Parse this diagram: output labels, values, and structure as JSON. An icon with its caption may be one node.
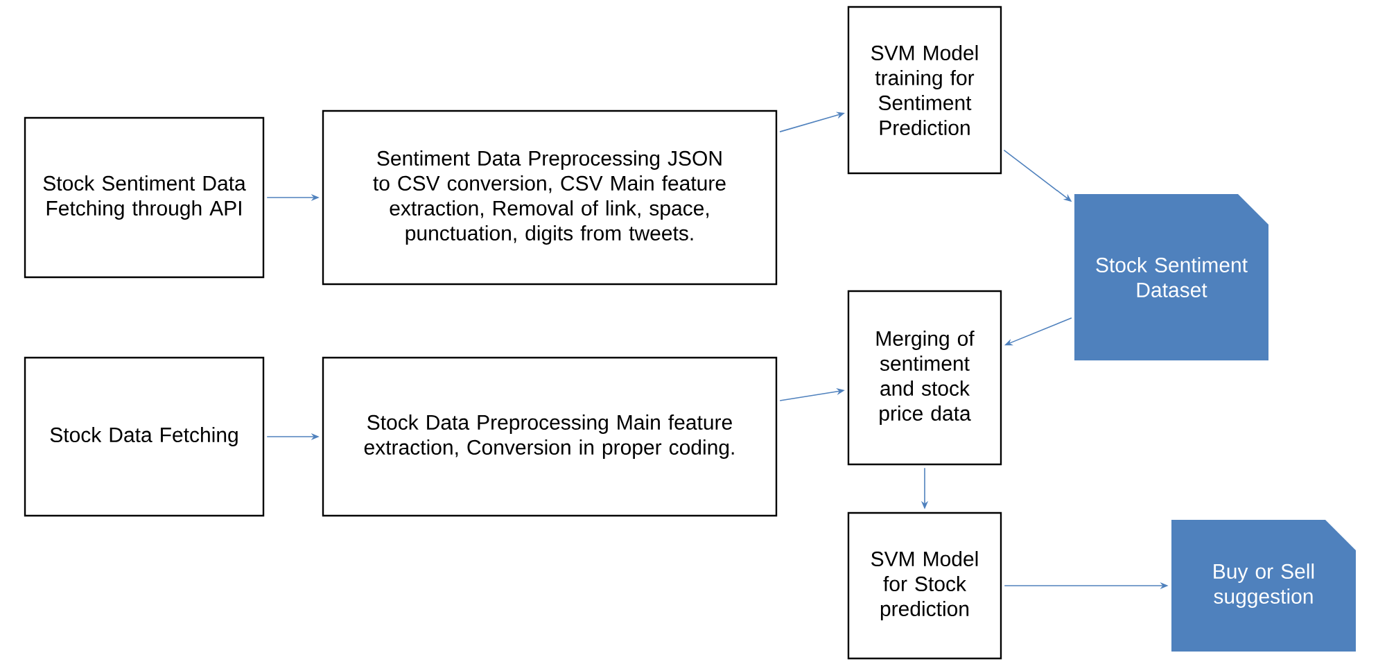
{
  "diagram": {
    "nodes": [
      {
        "text": [
          "Stock Sentiment Data Fetching through API"
        ]
      },
      {
        "text": [
          "Sentiment Data Preprocessing JSON to CSV conversion, CSV Main feature extraction, Removal of link, space, punctuation, digits from tweets."
        ]
      },
      {
        "text": [
          "SVM Model training for Sentiment Prediction"
        ]
      },
      {
        "text": [
          "Stock Sentiment Dataset"
        ]
      },
      {
        "text": [
          "Stock Data Fetching"
        ]
      },
      {
        "text": [
          "Stock Data Preprocessing Main feature extraction, Conversion in proper coding."
        ]
      },
      {
        "text": [
          "Merging of sentiment and stock price data"
        ]
      },
      {
        "text": [
          "SVM Model for Stock prediction"
        ]
      },
      {
        "text": [
          "Buy or Sell suggestion"
        ]
      }
    ],
    "edges": [
      {
        "from": 0,
        "to": 1,
        "arrow": "to"
      },
      {
        "from": 1,
        "to": 2,
        "arrow": "to"
      },
      {
        "from": 2,
        "to": 3,
        "arrow": "to"
      },
      {
        "from": 3,
        "to": 6,
        "arrow": "to"
      },
      {
        "from": 4,
        "to": 5,
        "arrow": "to"
      },
      {
        "from": 5,
        "to": 6,
        "arrow": "to"
      },
      {
        "from": 6,
        "to": 7,
        "arrow": "to"
      },
      {
        "from": 7,
        "to": 8,
        "arrow": "to"
      }
    ]
  }
}
